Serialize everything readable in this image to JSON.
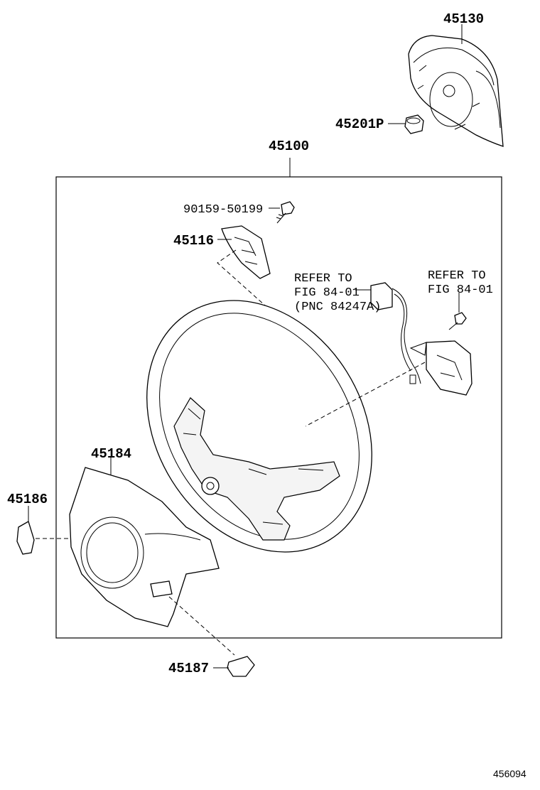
{
  "labels": {
    "p45130": "45130",
    "p45201p": "45201P",
    "p45100": "45100",
    "p90159": "90159-50199",
    "p45116": "45116",
    "refer_left_1": "REFER TO",
    "refer_left_2": "FIG 84-01",
    "refer_left_3": "(PNC 84247A)",
    "refer_right_1": "REFER TO",
    "refer_right_2": "FIG 84-01",
    "p45184": "45184",
    "p45186": "45186",
    "p45187": "45187",
    "figure_id": "456094"
  }
}
